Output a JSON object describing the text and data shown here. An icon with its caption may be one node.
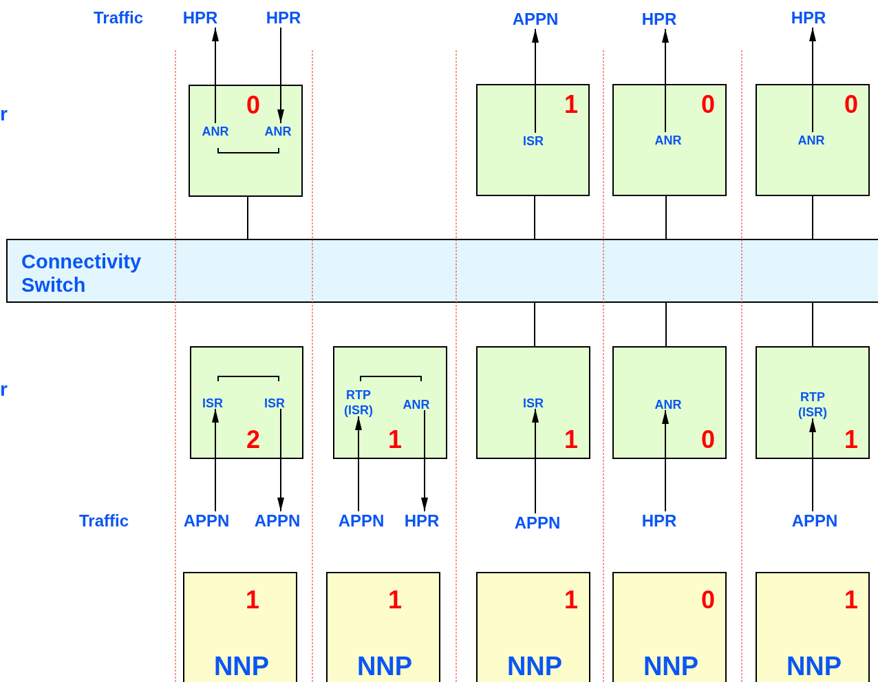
{
  "diagram": {
    "nodes": [
      {
        "text": [
          "HPR"
        ]
      },
      {
        "text": [
          "HPR"
        ]
      },
      {
        "text": [
          "APPN"
        ]
      },
      {
        "text": [
          "HPR"
        ]
      },
      {
        "text": [
          "HPR"
        ]
      },
      {
        "text": [
          "0"
        ]
      },
      {
        "text": [
          "ANR"
        ],
        "in": 5
      },
      {
        "text": [
          "ANR"
        ],
        "in": 5
      },
      {
        "text": [
          "1"
        ]
      },
      {
        "text": [
          "ISR"
        ],
        "in": 8
      },
      {
        "text": [
          "0"
        ]
      },
      {
        "text": [
          "ANR"
        ],
        "in": 10
      },
      {
        "text": [
          "0"
        ]
      },
      {
        "text": [
          "ANR"
        ],
        "in": 12
      },
      {
        "text": [
          "Connectivity Switch"
        ]
      },
      {
        "text": [
          "2"
        ]
      },
      {
        "text": [
          "ISR"
        ],
        "in": 15
      },
      {
        "text": [
          "ISR"
        ],
        "in": 15
      },
      {
        "text": [
          "1"
        ]
      },
      {
        "text": [
          "RTP (ISR)"
        ],
        "in": 18
      },
      {
        "text": [
          "ANR"
        ],
        "in": 18
      },
      {
        "text": [
          "1"
        ]
      },
      {
        "text": [
          "ISR"
        ],
        "in": 21
      },
      {
        "text": [
          "0"
        ]
      },
      {
        "text": [
          "ANR"
        ],
        "in": 23
      },
      {
        "text": [
          "1"
        ]
      },
      {
        "text": [
          "RTP (ISR)"
        ],
        "in": 25
      },
      {
        "text": [
          "APPN"
        ]
      },
      {
        "text": [
          "APPN"
        ]
      },
      {
        "text": [
          "APPN"
        ]
      },
      {
        "text": [
          "HPR"
        ]
      },
      {
        "text": [
          "APPN"
        ]
      },
      {
        "text": [
          "HPR"
        ]
      },
      {
        "text": [
          "APPN"
        ]
      },
      {
        "text": [
          "1",
          "NNP"
        ]
      },
      {
        "text": [
          "1",
          "NNP"
        ]
      },
      {
        "text": [
          "1",
          "NNP"
        ]
      },
      {
        "text": [
          "0",
          "NNP"
        ]
      },
      {
        "text": [
          "1",
          "NNP"
        ]
      }
    ],
    "edges": [
      {
        "from": 6,
        "to": 0,
        "arrow": "to"
      },
      {
        "from": 1,
        "to": 7,
        "arrow": "to"
      },
      {
        "from": 9,
        "to": 2,
        "arrow": "to"
      },
      {
        "from": 11,
        "to": 3,
        "arrow": "to"
      },
      {
        "from": 13,
        "to": 4,
        "arrow": "to"
      },
      {
        "from": 5,
        "to": 14,
        "arrow": "none"
      },
      {
        "from": 8,
        "to": 14,
        "arrow": "none"
      },
      {
        "from": 10,
        "to": 14,
        "arrow": "none"
      },
      {
        "from": 12,
        "to": 14,
        "arrow": "none"
      },
      {
        "from": 14,
        "to": 21,
        "arrow": "none"
      },
      {
        "from": 14,
        "to": 23,
        "arrow": "none"
      },
      {
        "from": 14,
        "to": 25,
        "arrow": "none"
      },
      {
        "from": 27,
        "to": 16,
        "arrow": "to"
      },
      {
        "from": 17,
        "to": 28,
        "arrow": "to"
      },
      {
        "from": 29,
        "to": 19,
        "arrow": "to"
      },
      {
        "from": 20,
        "to": 30,
        "arrow": "to"
      },
      {
        "from": 31,
        "to": 22,
        "arrow": "to"
      },
      {
        "from": 32,
        "to": 24,
        "arrow": "to"
      },
      {
        "from": 33,
        "to": 26,
        "arrow": "to"
      }
    ],
    "labels": [
      "Traffic",
      "r",
      "r",
      "Traffic"
    ]
  }
}
